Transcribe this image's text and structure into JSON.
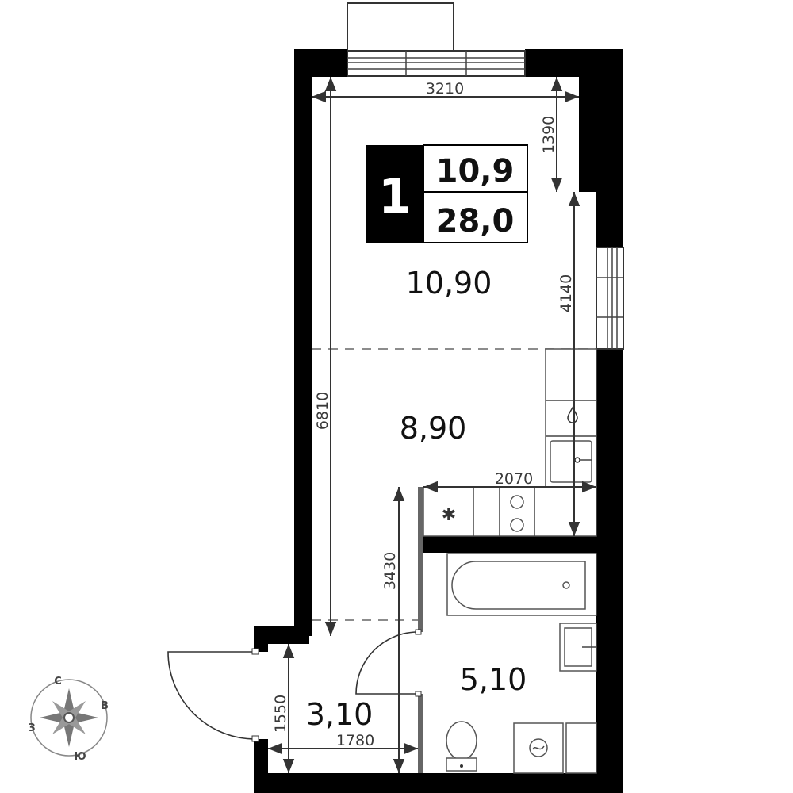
{
  "badge": {
    "rooms": "1",
    "living_area": "10,9",
    "total_area": "28,0"
  },
  "rooms": {
    "room_area": "10,90",
    "kitchen_area": "8,90",
    "bathroom_area": "5,10",
    "hall_area": "3,10"
  },
  "dimensions": {
    "top_width": "3210",
    "window_depth": "1390",
    "right_length": "4140",
    "left_length": "6810",
    "kitchen_width": "2070",
    "corridor_length": "3430",
    "hall_length": "1550",
    "hall_width": "1780"
  },
  "compass": {
    "north": "С",
    "east": "В",
    "south": "Ю",
    "west": "З"
  },
  "colors": {
    "wall": "#000000",
    "partition": "#666666",
    "line": "#333333"
  }
}
